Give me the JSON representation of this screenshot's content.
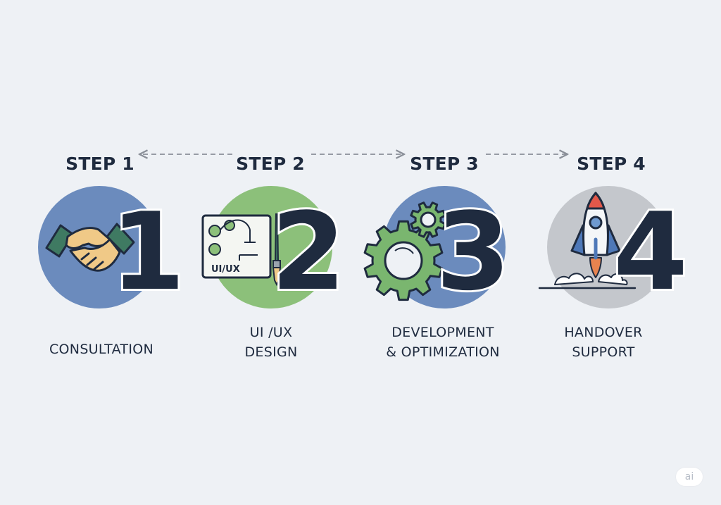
{
  "colors": {
    "background": "#eef1f5",
    "circle_blue": "#6b8bbd",
    "circle_green": "#8cc07a",
    "circle_gray": "#c4c7cc",
    "dark_navy": "#1f2b3f",
    "gear_green": "#7ab66f",
    "arrow_gray": "#8a8f98"
  },
  "steps": [
    {
      "title": "STEP 1",
      "number": "1",
      "label_lines": [
        "CONSULTATION"
      ],
      "icon": "handshake-icon",
      "circle_color": "#6b8bbd"
    },
    {
      "title": "STEP 2",
      "number": "2",
      "label_lines": [
        "UI /UX",
        "DESIGN"
      ],
      "icon": "ui-ux-design-board-icon",
      "icon_text": "UI/UX",
      "circle_color": "#8cc07a"
    },
    {
      "title": "STEP 3",
      "number": "3",
      "label_lines": [
        "DEVELOPMENT",
        "& OPTIMIZATION"
      ],
      "icon": "gears-icon",
      "circle_color": "#6b8bbd"
    },
    {
      "title": "STEP 4",
      "number": "4",
      "label_lines": [
        "HANDOVER",
        "SUPPORT"
      ],
      "icon": "rocket-icon",
      "circle_color": "#c4c7cc"
    }
  ],
  "badge": "ai"
}
